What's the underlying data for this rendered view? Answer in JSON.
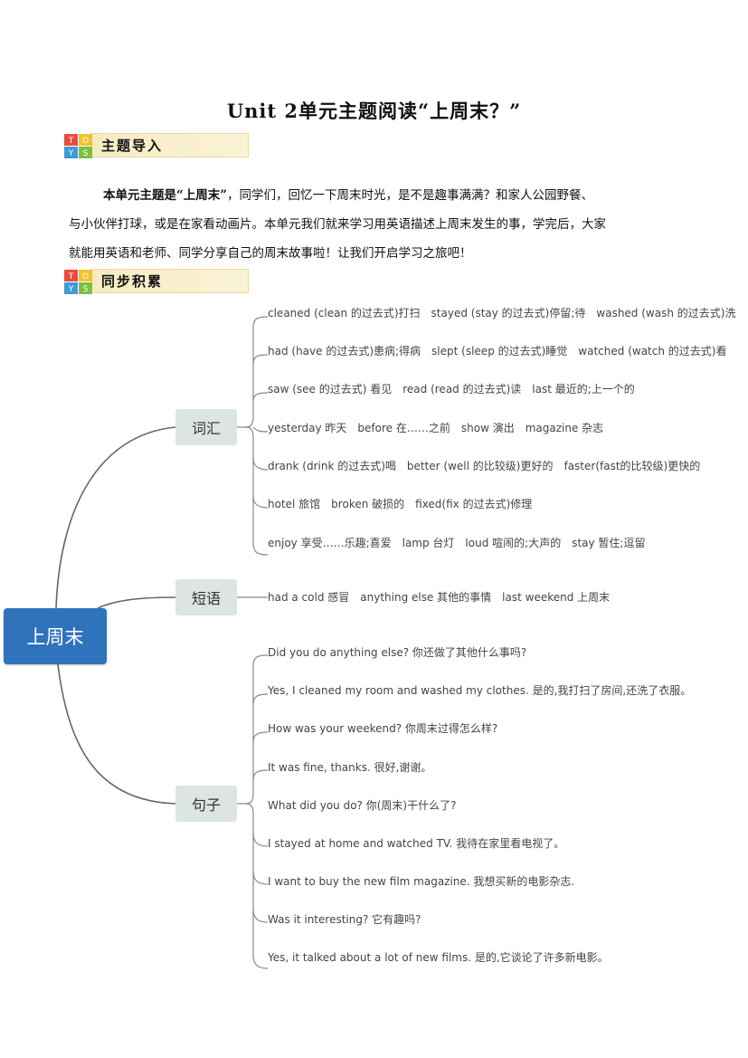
{
  "title": "Unit 2单元主题阅读“上周末？”",
  "sections": {
    "intro_label": "主题导入",
    "sync_label": "同步积累"
  },
  "intro": {
    "lead": "本单元主题是“上周末”",
    "line1_rest": "，同学们，回忆一下周末时光，是不是趣事满满？和家人公园野餐、",
    "line2": "与小伙伴打球，或是在家看动画片。本单元我们就来学习用英语描述上周末发生的事，学完后，大家",
    "line3": "就能用英语和老师、同学分享自己的周末故事啦！让我们开启学习之旅吧！"
  },
  "mindmap": {
    "root": "上周末",
    "vocab": {
      "label": "词汇",
      "items": [
        "cleaned (clean 的过去式)打扫　stayed (stay 的过去式)停留;待　washed (wash 的过去式)洗",
        "had (have 的过去式)患病;得病　slept (sleep 的过去式)睡觉　watched (watch 的过去式)看",
        "saw (see 的过去式) 看见　read (read 的过去式)读　last 最近的;上一个的",
        "yesterday 昨天　before 在……之前　show 演出　magazine 杂志",
        "drank (drink 的过去式)喝　better (well 的比较级)更好的　faster(fast的比较级)更快的",
        "hotel 旅馆　broken 破损的　fixed(fix 的过去式)修理",
        "enjoy 享受……乐趣;喜爱　lamp 台灯　loud 喧闹的;大声的　stay 暂住;逗留"
      ]
    },
    "phrases": {
      "label": "短语",
      "items": [
        "had a cold 感冒　anything else 其他的事情　last weekend 上周末"
      ]
    },
    "sentences": {
      "label": "句子",
      "items": [
        "Did you do anything else? 你还做了其他什么事吗?",
        "Yes, I cleaned my room and washed my clothes. 是的,我打扫了房间,还洗了衣服。",
        "How was your weekend? 你周末过得怎么样?",
        "It was fine, thanks. 很好,谢谢。",
        "What did you do? 你(周末)干什么了?",
        "I stayed at home and watched TV. 我待在家里看电视了。",
        "I want to buy the new film magazine. 我想买新的电影杂志.",
        "Was it interesting? 它有趣吗?",
        "Yes, it talked about a lot of new films. 是的,它谈论了许多新电影。"
      ]
    }
  },
  "colors": {
    "root_bg": "#2f73bd",
    "branch_bg": "#dde5e3",
    "line": "#666666",
    "header_bar": "#f6ebc0"
  }
}
